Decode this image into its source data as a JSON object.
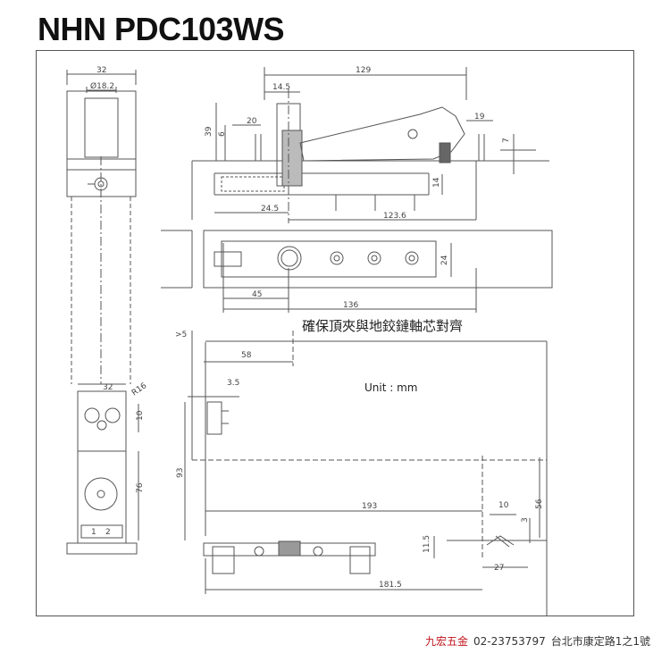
{
  "title": "NHN PDC103WS",
  "note": "確保頂夾與地鉸鏈軸芯對齊",
  "unit": "Unit : mm",
  "dims": {
    "w32_top": "32",
    "d18": "Ø18.2",
    "h39": "39",
    "d6": "6",
    "d20": "20",
    "d14_5": "14.5",
    "d129": "129",
    "d19": "19",
    "d7": "7",
    "d14": "14",
    "d24_5": "24.5",
    "d123_6": "123.6",
    "d24": "24",
    "d45": "45",
    "d136": "136",
    "gt5": ">5",
    "d58": "58",
    "d3_5": "3.5",
    "w32_bot": "32",
    "r16": "R16",
    "d10_left": "10",
    "d76": "76",
    "d93": "93",
    "d193": "193",
    "d10_right": "10",
    "d3": "3",
    "d56": "56",
    "d11_5": "11.5",
    "d27": "27",
    "d181_5": "181.5",
    "lbl1": "1",
    "lbl2": "2"
  },
  "footer": {
    "brand": "九宏五金",
    "phone": "02-23753797",
    "address": "台北市康定路1之1號"
  }
}
